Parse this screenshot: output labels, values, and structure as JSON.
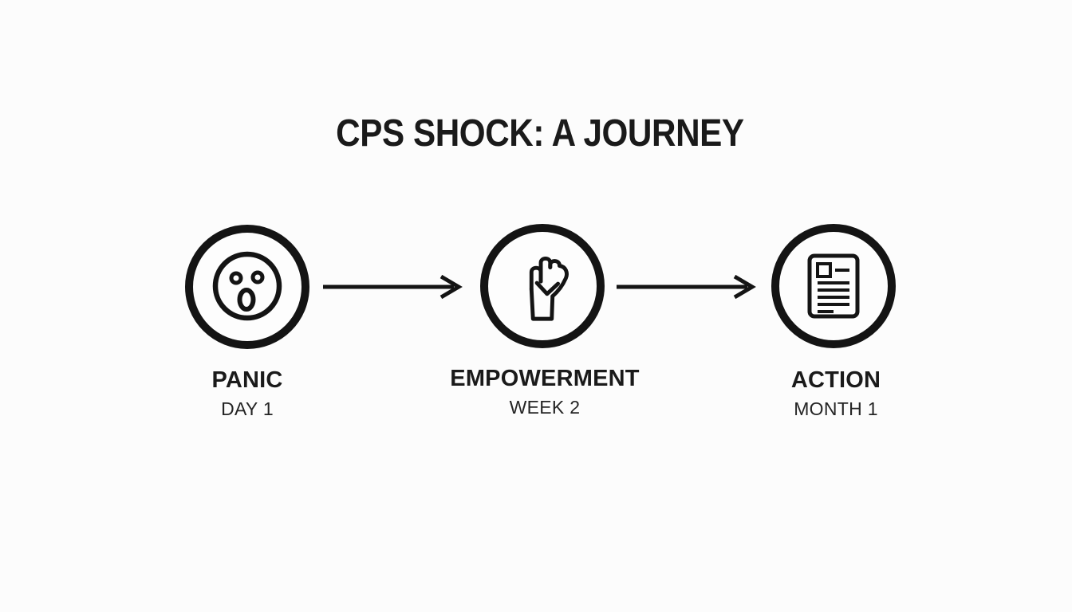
{
  "title": "CPS SHOCK: A JOURNEY",
  "colors": {
    "ink": "#181818",
    "background": "#fcfcfc"
  },
  "stages": [
    {
      "label": "PANIC",
      "sublabel": "DAY 1",
      "icon": "shocked-face-icon"
    },
    {
      "label": "EMPOWERMENT",
      "sublabel": "WEEK 2",
      "icon": "raised-fist-icon"
    },
    {
      "label": "ACTION",
      "sublabel": "MONTH 1",
      "icon": "document-icon"
    }
  ]
}
